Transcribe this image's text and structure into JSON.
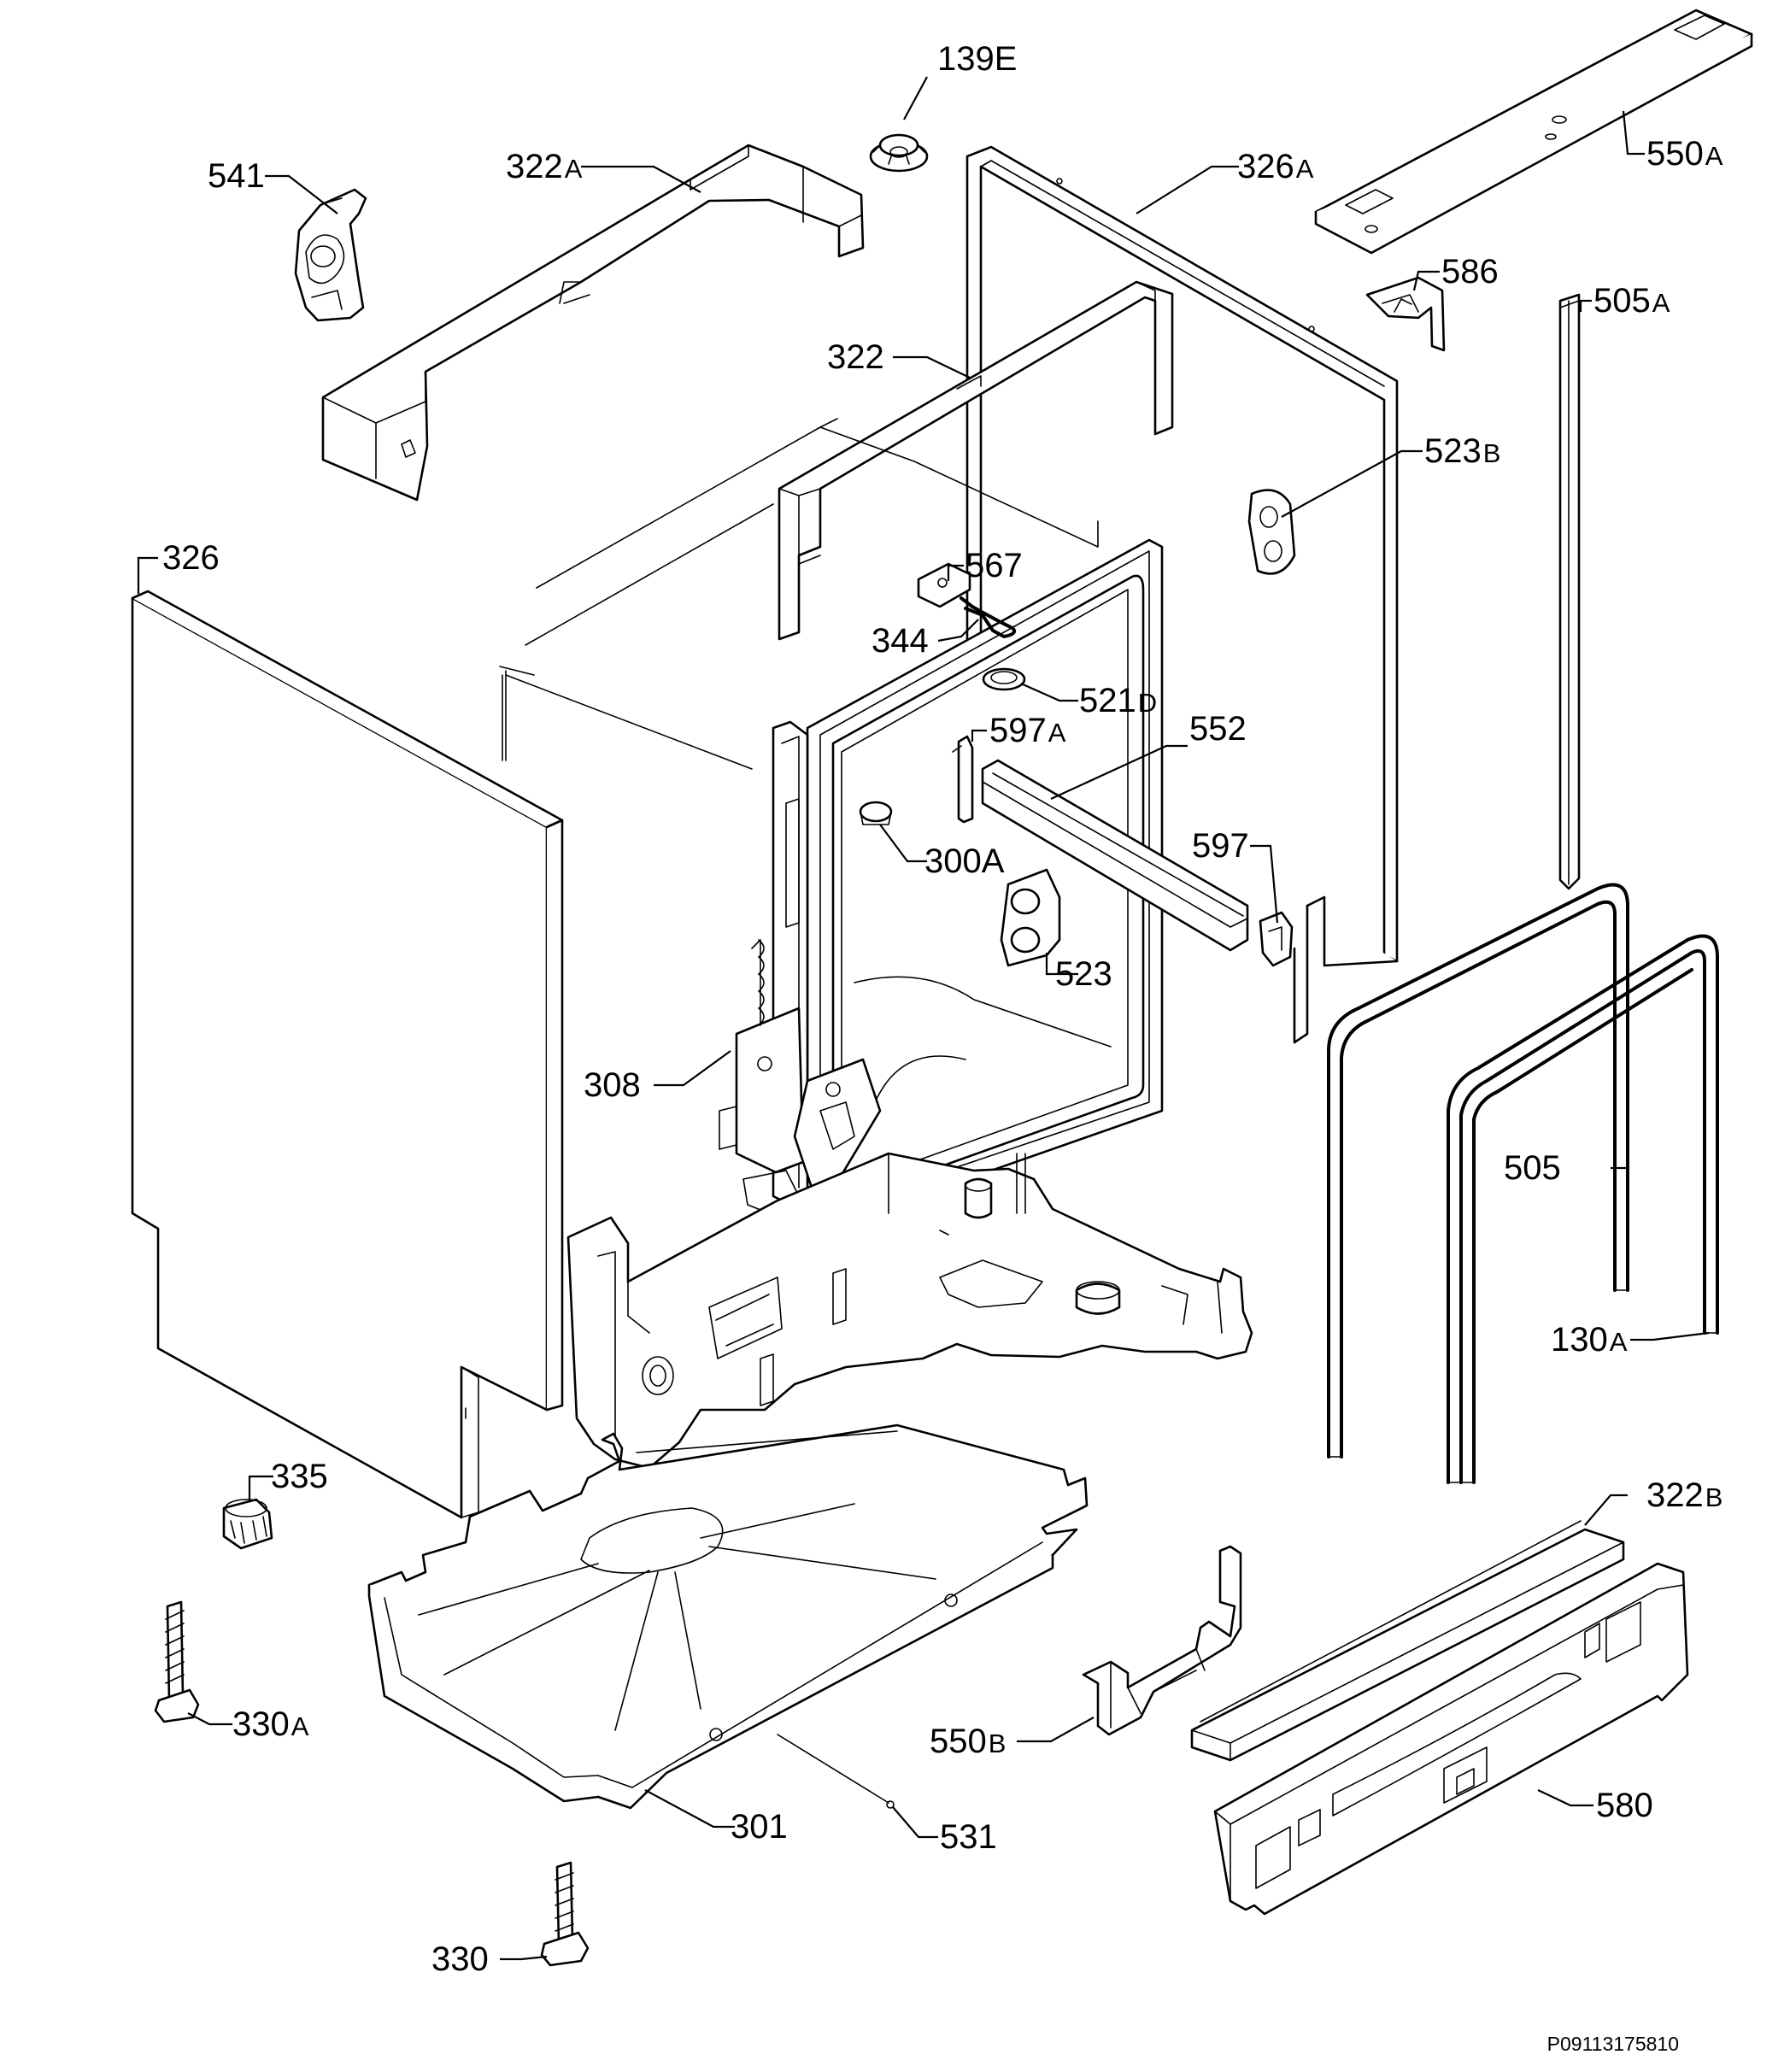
{
  "diagram": {
    "labels": [
      {
        "id": "139E",
        "text": "139E",
        "suffix": ""
      },
      {
        "id": "541",
        "text": "541",
        "suffix": ""
      },
      {
        "id": "322A",
        "text": "322",
        "suffix": "A"
      },
      {
        "id": "326A",
        "text": "326",
        "suffix": "A"
      },
      {
        "id": "550A",
        "text": "550",
        "suffix": "A"
      },
      {
        "id": "586",
        "text": "586",
        "suffix": ""
      },
      {
        "id": "505A",
        "text": "505",
        "suffix": "A"
      },
      {
        "id": "322",
        "text": "322",
        "suffix": ""
      },
      {
        "id": "523B",
        "text": "523",
        "suffix": "B"
      },
      {
        "id": "326",
        "text": "326",
        "suffix": ""
      },
      {
        "id": "567",
        "text": "567",
        "suffix": ""
      },
      {
        "id": "344",
        "text": "344",
        "suffix": ""
      },
      {
        "id": "521D",
        "text": "521",
        "suffix": "D"
      },
      {
        "id": "597A",
        "text": "597",
        "suffix": "A"
      },
      {
        "id": "552",
        "text": "552",
        "suffix": ""
      },
      {
        "id": "597",
        "text": "597",
        "suffix": ""
      },
      {
        "id": "300A",
        "text": "300A",
        "suffix": ""
      },
      {
        "id": "523",
        "text": "523",
        "suffix": ""
      },
      {
        "id": "308",
        "text": "308",
        "suffix": ""
      },
      {
        "id": "505",
        "text": "505",
        "suffix": ""
      },
      {
        "id": "130A",
        "text": "130",
        "suffix": "A"
      },
      {
        "id": "335",
        "text": "335",
        "suffix": ""
      },
      {
        "id": "322B",
        "text": "322",
        "suffix": "B"
      },
      {
        "id": "330A",
        "text": "330",
        "suffix": "A"
      },
      {
        "id": "550B",
        "text": "550",
        "suffix": "B"
      },
      {
        "id": "580",
        "text": "580",
        "suffix": ""
      },
      {
        "id": "301",
        "text": "301",
        "suffix": ""
      },
      {
        "id": "531",
        "text": "531",
        "suffix": ""
      },
      {
        "id": "330",
        "text": "330",
        "suffix": ""
      }
    ],
    "reference_code": "P09113175810"
  }
}
